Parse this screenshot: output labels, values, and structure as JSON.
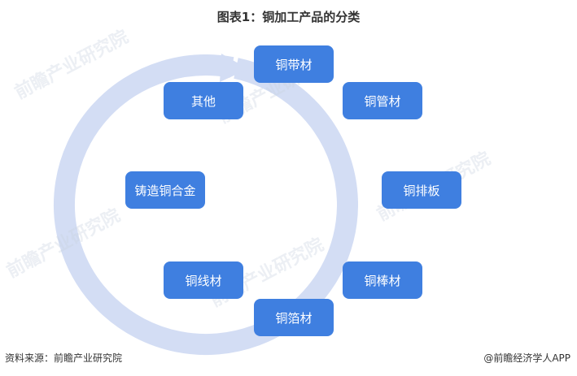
{
  "title": "图表1：铜加工产品的分类",
  "nodes": {
    "top": "铜带材",
    "upper_right": "铜管材",
    "right": "铜排板",
    "lower_right": "铜棒材",
    "bottom": "铜箔材",
    "lower_left": "铜线材",
    "left": "铸造铜合金",
    "upper_left": "其他"
  },
  "watermark": "前瞻产业研究院",
  "footer": {
    "source": "资料来源：前瞻产业研究院",
    "brand": "@前瞻经济学人APP"
  },
  "colors": {
    "node_fill": "#3f7fe0",
    "ring": "#d3ddf4",
    "text": "#333333"
  }
}
